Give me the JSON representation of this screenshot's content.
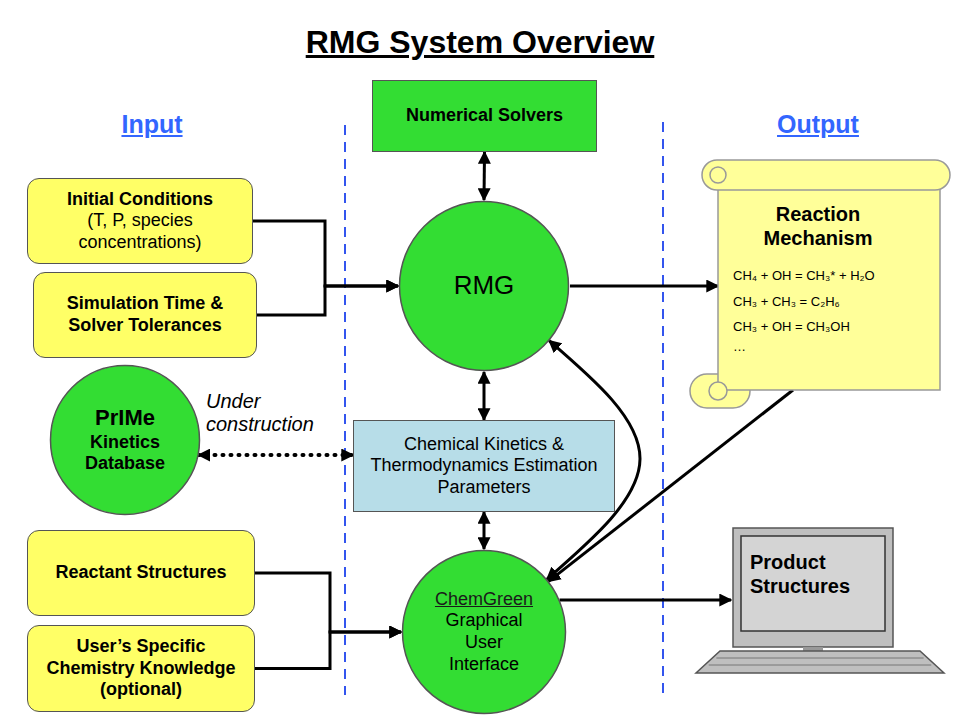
{
  "diagram": {
    "title": "RMG System Overview",
    "nodes": [
      {
        "text": [
          "Initial Conditions",
          "(T, P, species concentrations)"
        ]
      },
      {
        "text": [
          "Simulation Time & Solver Tolerances"
        ]
      },
      {
        "text": [
          "Numerical Solvers"
        ]
      },
      {
        "text": [
          "RMG"
        ]
      },
      {
        "text": [
          "Reaction Mechanism",
          "CH₄ + OH = CH₃* + H₂O",
          "CH₃ + CH₃ = C₂H₆",
          "CH₃ + OH = CH₃OH",
          "…"
        ]
      },
      {
        "text": [
          "PrIMe",
          "Kinetics Database"
        ]
      },
      {
        "text": [
          "Chemical Kinetics & Thermodynamics Estimation Parameters"
        ]
      },
      {
        "text": [
          "Reactant Structures"
        ]
      },
      {
        "text": [
          "User’s Specific Chemistry Knowledge (optional)"
        ]
      },
      {
        "text": [
          "ChemGreen",
          "Graphical User Interface"
        ]
      },
      {
        "text": [
          "Product Structures"
        ]
      }
    ],
    "edges": [
      {
        "from": 0,
        "to": 3,
        "arrow": "to"
      },
      {
        "from": 1,
        "to": 3,
        "arrow": "to"
      },
      {
        "from": 2,
        "to": 3,
        "arrow": "both"
      },
      {
        "from": 3,
        "to": 4,
        "arrow": "to"
      },
      {
        "from": 5,
        "to": 6,
        "label": "Under construction",
        "arrow": "both"
      },
      {
        "from": 3,
        "to": 6,
        "arrow": "both"
      },
      {
        "from": 6,
        "to": 9,
        "arrow": "both"
      },
      {
        "from": 9,
        "to": 3,
        "arrow": "both"
      },
      {
        "from": 4,
        "to": 9,
        "arrow": "to"
      },
      {
        "from": 7,
        "to": 9,
        "arrow": "to"
      },
      {
        "from": 8,
        "to": 9,
        "arrow": "to"
      },
      {
        "from": 9,
        "to": 10,
        "arrow": "to"
      }
    ],
    "labels": [
      "Input",
      "Output"
    ]
  }
}
